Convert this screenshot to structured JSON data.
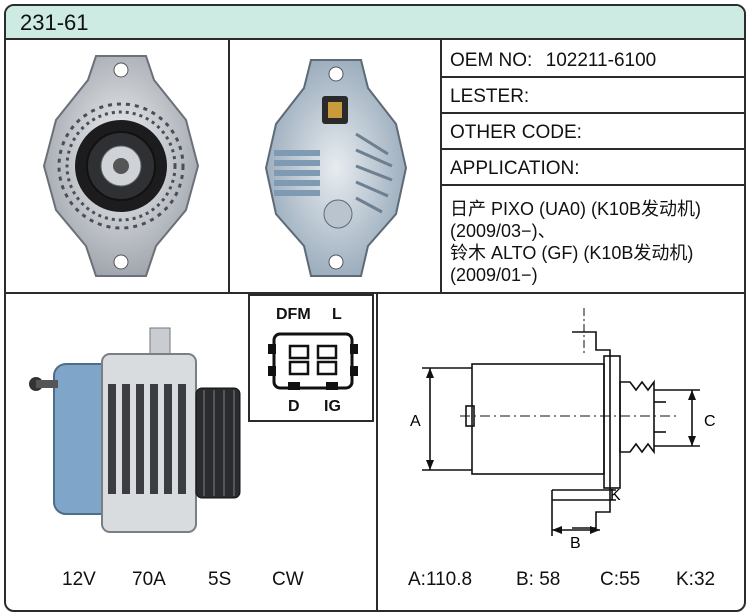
{
  "title": "231-61",
  "info": {
    "oem_label": "OEM NO:",
    "oem_value": "102211-6100",
    "lester_label": "LESTER:",
    "other_code_label": "OTHER CODE:",
    "application_label": "APPLICATION:",
    "application_lines": [
      "日产 PIXO (UA0) (K10B发动机)",
      "(2009/03−)、",
      "铃木 ALTO (GF) (K10B发动机)",
      "(2009/01−)"
    ]
  },
  "plug": {
    "top_left": "DFM",
    "top_right": "L",
    "bottom_left": "D",
    "bottom_right": "IG"
  },
  "specs": {
    "voltage": "12V",
    "amperage": "70A",
    "pulley": "5S",
    "rotation": "CW"
  },
  "dimensions": {
    "a_label": "A",
    "b_label": "B",
    "c_label": "C",
    "k_label": "K",
    "a_text": "A:110.8",
    "b_text": "B: 58",
    "c_text": "C:55",
    "k_text": "K:32"
  },
  "colors": {
    "title_bg": "#cdebe3",
    "border": "#2b2b2b",
    "housing_blue": "#7fa6c8",
    "metal_silver": "#c9ccd0"
  }
}
